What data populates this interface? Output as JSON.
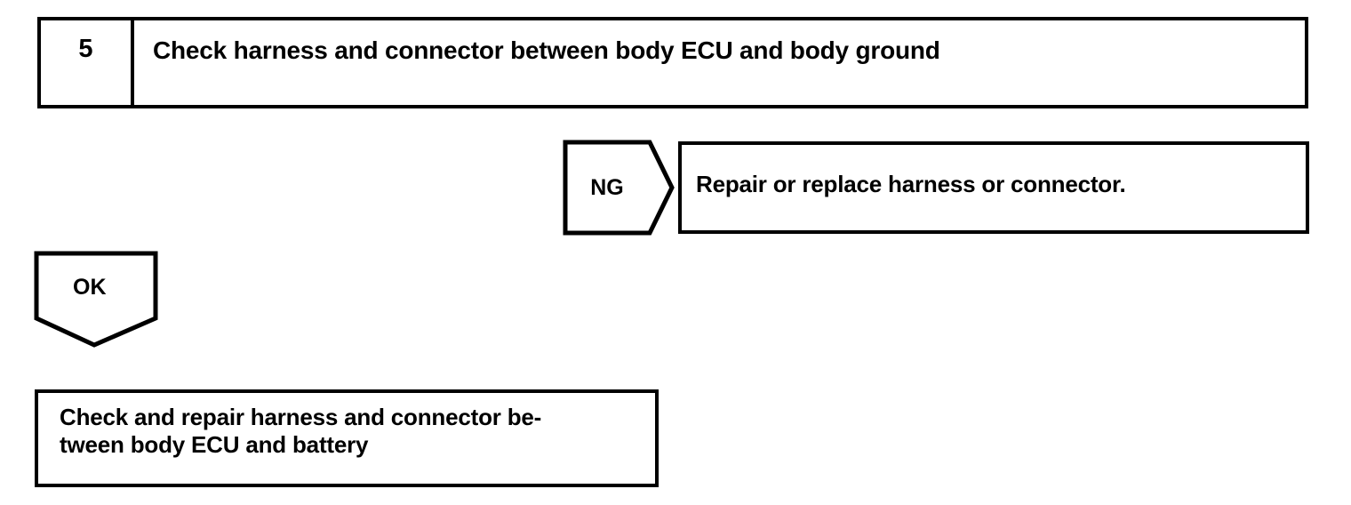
{
  "document": {
    "type": "troubleshooting-flowchart",
    "background_color": "#ffffff",
    "line_color": "#000000"
  },
  "step": {
    "number": "5",
    "title": "Check harness and connector between body ECU and body ground"
  },
  "branches": {
    "ng": {
      "label": "NG",
      "shape": "right-pointing-pentagon",
      "result": "Repair or replace harness or connector."
    },
    "ok": {
      "label": "OK",
      "shape": "down-pointing-pentagon"
    }
  },
  "final_action": {
    "line1": "Check and repair harness and connector be-",
    "line2": "tween body ECU and battery"
  }
}
